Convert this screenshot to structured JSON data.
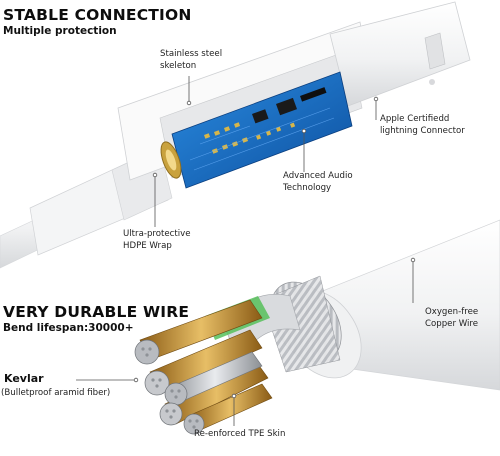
{
  "top_section": {
    "title": "STABLE CONNECTION",
    "subtitle": "Multiple protection"
  },
  "bottom_section": {
    "title": "VERY DURABLE WIRE",
    "subtitle": "Bend lifespan:30000+"
  },
  "callouts": {
    "stainless": [
      "Stainless steel",
      "skeleton"
    ],
    "apple": [
      "Apple Certifiedd",
      "lightning Connector"
    ],
    "audio": [
      "Advanced Audio",
      "Technology"
    ],
    "hdpe": [
      "Ultra-protective",
      "HDPE Wrap"
    ],
    "copper": [
      "Oxygen-free",
      "Copper Wire"
    ],
    "kevlar_title": "Kevlar",
    "kevlar_sub": "(Bulletproof aramid fiber)",
    "tpe": "Re-enforced TPE Skin"
  },
  "colors": {
    "pcb": "#1b74c9",
    "gold": "#d7b64a",
    "copper": "#c99a3a",
    "line": "#555555"
  }
}
